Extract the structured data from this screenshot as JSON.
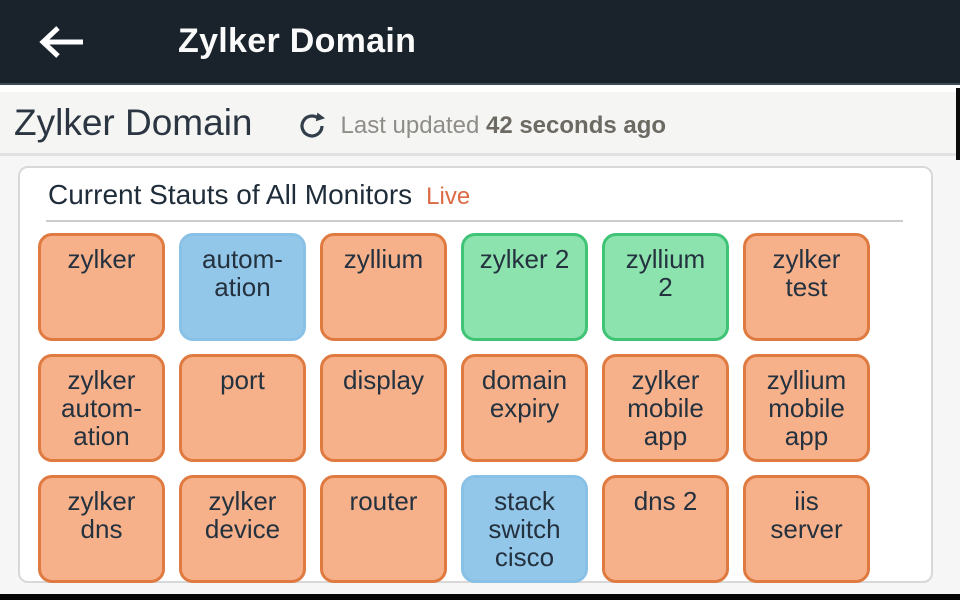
{
  "app_bar": {
    "title": "Zylker Domain"
  },
  "page_header": {
    "title": "Zylker Domain",
    "last_updated_label": "Last updated",
    "last_updated_value": "42 seconds ago"
  },
  "monitor_card": {
    "heading": "Current Stauts of All Monitors",
    "live_label": "Live",
    "tiles": [
      {
        "label": "zylker",
        "status": "trouble"
      },
      {
        "label": "autom-\nation",
        "status": "maintenance"
      },
      {
        "label": "zyllium",
        "status": "trouble"
      },
      {
        "label": "zylker 2",
        "status": "up"
      },
      {
        "label": "zyllium\n2",
        "status": "up"
      },
      {
        "label": "zylker\ntest",
        "status": "trouble"
      },
      {
        "label": "zylker\nautom-\nation",
        "status": "trouble"
      },
      {
        "label": "port",
        "status": "trouble"
      },
      {
        "label": "display",
        "status": "trouble"
      },
      {
        "label": "domain\nexpiry",
        "status": "trouble"
      },
      {
        "label": "zylker\nmobile\napp",
        "status": "trouble"
      },
      {
        "label": "zyllium\nmobile\napp",
        "status": "trouble"
      },
      {
        "label": "zylker\ndns",
        "status": "trouble"
      },
      {
        "label": "zylker\ndevice",
        "status": "trouble"
      },
      {
        "label": "router",
        "status": "trouble"
      },
      {
        "label": "stack\nswitch\ncisco",
        "status": "maintenance"
      },
      {
        "label": "dns 2",
        "status": "trouble"
      },
      {
        "label": "iis\nserver",
        "status": "trouble"
      }
    ]
  },
  "icons": {
    "back": "arrow-left",
    "refresh": "refresh-clockwise"
  },
  "colors": {
    "app_bar_bg": "#1a222c",
    "live_accent": "#dc6a44",
    "tile_text": "#24313e",
    "status_trouble_fill": "#f7b18a",
    "status_trouble_border": "#df7a40",
    "status_maintenance_fill": "#93c7ea",
    "status_maintenance_border": "#89c1e6",
    "status_up_fill": "#8de3ae",
    "status_up_border": "#3fc476"
  }
}
